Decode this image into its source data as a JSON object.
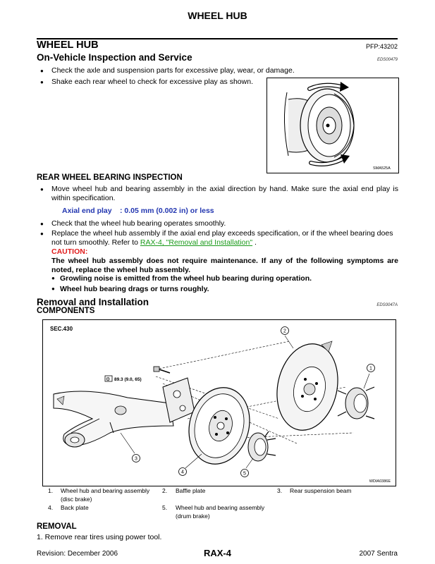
{
  "header": {
    "title": "WHEEL HUB"
  },
  "section": {
    "title": "WHEEL HUB",
    "pfp": "PFP:43202",
    "subtitle": "On-Vehicle Inspection and Service",
    "code": "EDS00479"
  },
  "inspection": {
    "bullets": [
      "Check the axle and suspension parts for excessive play, wear, or damage.",
      "Shake each rear wheel to check for excessive play as shown."
    ],
    "figure_code": "SMA525A"
  },
  "bearing": {
    "title": "REAR WHEEL BEARING INSPECTION",
    "bullet1": "Move wheel hub and bearing assembly in the axial direction by hand. Make sure the axial end play is within specification.",
    "spec_label": "Axial end play",
    "spec_value": ": 0.05 mm (0.002 in) or less",
    "bullet2": "Check that the wheel hub bearing operates smoothly.",
    "bullet3_pre": "Replace the wheel hub assembly if the axial end play exceeds specification, or if the wheel bearing does not turn smoothly. Refer to",
    "bullet3_link": "RAX-4, \"Removal and Installation\"",
    "bullet3_post": ".",
    "caution_label": "CAUTION:",
    "caution_text": "The wheel hub assembly does not require maintenance. If any of the following symptoms are noted, replace the wheel hub assembly.",
    "caution_items": [
      "Growling noise is emitted from the wheel hub bearing during operation.",
      "Wheel hub bearing drags or turns roughly."
    ]
  },
  "removal": {
    "title": "Removal and Installation",
    "code": "EDS0047A",
    "components": "COMPONENTS",
    "diagram": {
      "sec": "SEC.430",
      "torque": "89.3 (9.0, 65)",
      "code": "WDIA0386E",
      "callouts": [
        "1",
        "2",
        "3",
        "4",
        "5"
      ]
    },
    "legend": [
      {
        "num": "1.",
        "text": "Wheel hub and bearing assembly (disc brake)"
      },
      {
        "num": "2.",
        "text": "Baffle plate"
      },
      {
        "num": "3.",
        "text": "Rear suspension beam"
      },
      {
        "num": "4.",
        "text": "Back plate"
      },
      {
        "num": "5.",
        "text": "Wheel hub and bearing assembly (drum brake)"
      }
    ],
    "removal_title": "REMOVAL",
    "step1": "1.   Remove rear tires using power tool."
  },
  "footer": {
    "revision": "Revision: December 2006",
    "page": "RAX-4",
    "model": "2007 Sentra"
  }
}
